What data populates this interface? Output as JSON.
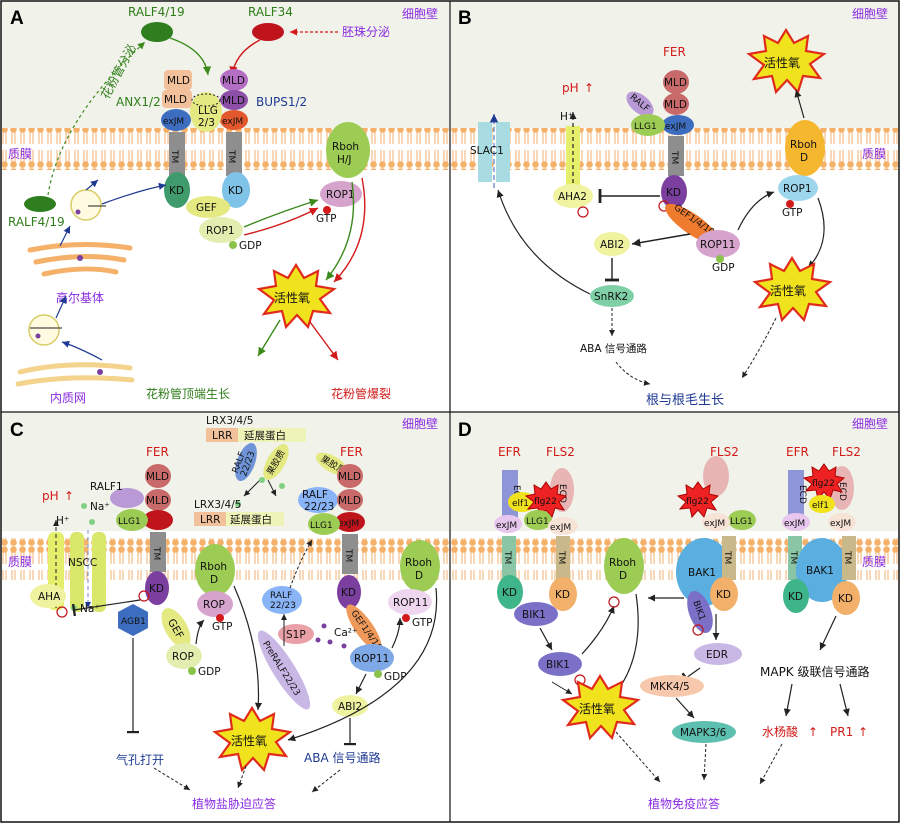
{
  "panels": {
    "A": {
      "letter": "A",
      "wall": "细胞壁",
      "membrane": "质膜",
      "ralf419": "RALF4/19",
      "ralf419_2": "RALF4/19",
      "ralf34": "RALF34",
      "embryo": "胚珠分泌",
      "pollen_secrete": "花粉管分泌",
      "anx": "ANX1/2",
      "bups": "BUPS1/2",
      "mld": "MLD",
      "llg": "LLG",
      "llg_num": "2/3",
      "exjm": "exJM",
      "tm": "TM",
      "kd": "KD",
      "gef": "GEF",
      "rop1": "ROP1",
      "gdp": "GDP",
      "gtp": "GTP",
      "rboh": "Rboh",
      "rboh_sub": "H/J",
      "ros": "活性氧",
      "golgi": "高尔基体",
      "er": "内质网",
      "tip_growth": "花粉管顶端生长",
      "burst": "花粉管爆裂"
    },
    "B": {
      "letter": "B",
      "wall": "细胞壁",
      "membrane": "质膜",
      "fer": "FER",
      "ph": "pH",
      "hplus": "H⁺",
      "slac1": "SLAC1",
      "ralf": "RALF",
      "llg1": "LLG1",
      "exjm": "exJM",
      "mld": "MLD",
      "tm": "TM",
      "kd": "KD",
      "aha2": "AHA2",
      "gef": "GEF1/4/10",
      "rop11": "ROP11",
      "gdp": "GDP",
      "abi2": "ABI2",
      "snrk2": "SnRK2",
      "aba": "ABA 信号通路",
      "rboh": "Rboh",
      "rboh_sub": "D",
      "rop1": "ROP1",
      "gtp": "GTP",
      "ros_top": "活性氧",
      "ros": "活性氧",
      "outcome": "根与根毛生长"
    },
    "C": {
      "letter": "C",
      "wall": "细胞壁",
      "membrane": "质膜",
      "fer": "FER",
      "fer2": "FER",
      "lrx_top": "LRX3/4/5",
      "lrx_mid": "LRX3/4/5",
      "lrr": "LRR",
      "extensin": "延展蛋白",
      "ralf2223": "RALF",
      "ralf2223_n": "22/23",
      "pectin": "果胶质",
      "ralf1": "RALF1",
      "ph": "pH",
      "hplus": "H⁺",
      "na": "Na⁺",
      "nscc": "NSCC",
      "aha": "AHA",
      "llg1": "LLG1",
      "exjm": "exJM",
      "mld": "MLD",
      "tm": "TM",
      "kd": "KD",
      "agb1": "AGB1",
      "gef": "GEF",
      "rop": "ROP",
      "gdp": "GDP",
      "gtp": "GTP",
      "rboh": "Rboh",
      "rboh_sub": "D",
      "s1p": "S1P",
      "preralf": "PreRALF22/23",
      "ca": "Ca²⁺",
      "gef1410": "GEF1/4/10",
      "rop11": "ROP11",
      "abi2": "ABI2",
      "aba": "ABA 信号通路",
      "stomata": "气孔打开",
      "ros": "活性氧",
      "outcome": "植物盐胁迫应答"
    },
    "D": {
      "letter": "D",
      "wall": "细胞壁",
      "membrane": "质膜",
      "efr": "EFR",
      "fls2": "FLS2",
      "ecd": "ECD",
      "elf1": "elf1",
      "flg22": "flg22",
      "llg1": "LLG1",
      "exjm": "exJM",
      "tm": "TM",
      "kd": "KD",
      "bik1": "BIK1",
      "bak1": "BAK1",
      "rboh": "Rboh",
      "rboh_sub": "D",
      "edr": "EDR",
      "mkk": "MKK4/5",
      "mapk36": "MAPK3/6",
      "mapk": "MAPK 级联信号通路",
      "sa": "水杨酸",
      "pr1": "PR1",
      "ros": "活性氧",
      "outcome": "植物免疫应答"
    }
  },
  "colors": {
    "wall_bg": "#f1f3ea",
    "lipid_head": "#f5b169",
    "mld": "#c96a6a",
    "exjm": "#3d6dbf",
    "tm": "#8e8e8e",
    "kd_green": "#3f9b6b",
    "kd_blue": "#7fc4e8",
    "kd_purple": "#7b3fa0",
    "gef": "#e4e982",
    "rop": "#d6a3cc",
    "rboh": "#9dcc54",
    "ros_star": "#f0e21c",
    "ros_border": "#e02b1c",
    "red_arrow": "#d21a1a",
    "green_arrow": "#3a8a1c"
  }
}
